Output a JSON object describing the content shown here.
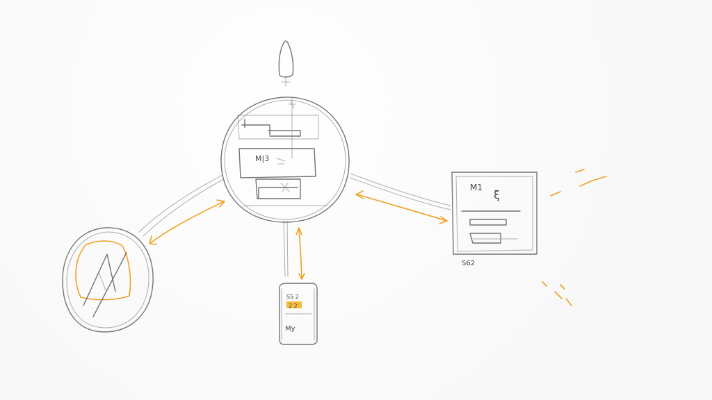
{
  "diagram": {
    "hub_box_label": "M|3",
    "right_panel": {
      "title": "M1",
      "glyph": "ξ",
      "caption": "Ѕ62"
    },
    "bottom_device": {
      "line1": "Ѕ5 2",
      "highlight": "2 2",
      "line3": "My"
    },
    "colors": {
      "pencil": "#5a5a5a",
      "accent": "#f0a020",
      "highlight_fill": "#f5b21a"
    }
  }
}
